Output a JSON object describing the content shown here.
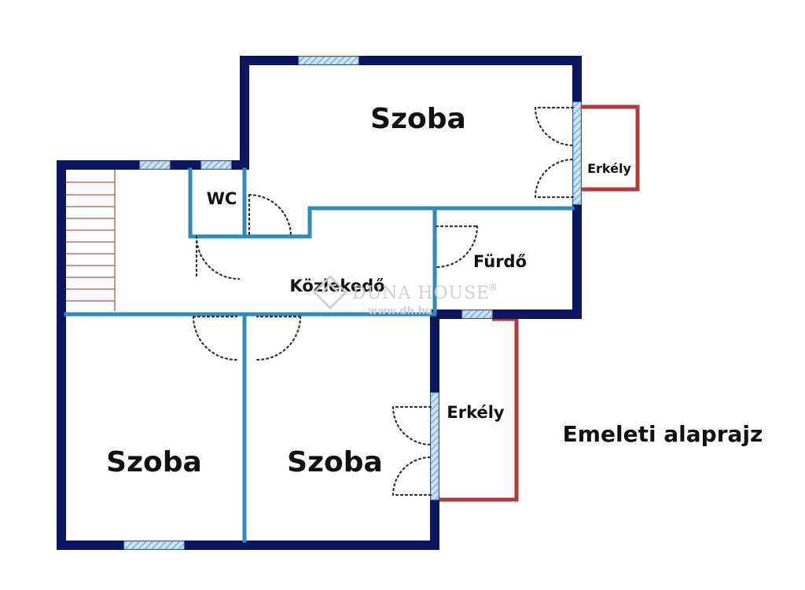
{
  "plan": {
    "title": "Emeleti alaprajz",
    "rooms": {
      "szoba_top": "Szoba",
      "szoba_bottom_left": "Szoba",
      "szoba_bottom_right": "Szoba",
      "wc": "WC",
      "furdo": "Fürdő",
      "kozlekedo": "Közlekedő",
      "erkely_top": "Erkély",
      "erkely_bottom": "Erkély"
    },
    "colors": {
      "outer_wall": "#0c1660",
      "inner_wall": "#2e8cbd",
      "balcony_rail": "#b23a3a",
      "window_hatch": "#9cc3e0",
      "stair_lines": "#b35151"
    }
  },
  "watermark": {
    "brand": "DUNA HOUSE",
    "registered": "®",
    "url": "www.dh.hu"
  }
}
